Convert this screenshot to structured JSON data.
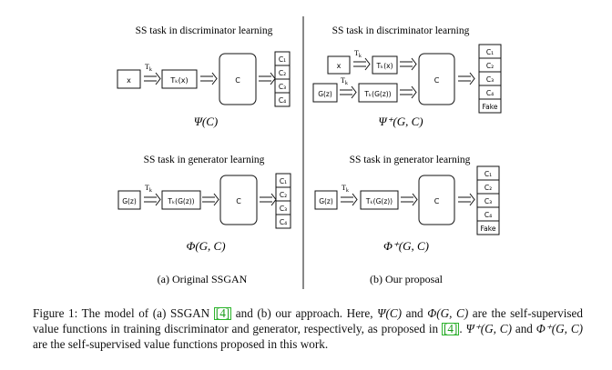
{
  "figure": {
    "panels": [
      {
        "id": "ssgan",
        "sub_caption": "(a) Original SSGAN",
        "top": {
          "title": "SS task in discriminator learning",
          "input": "x",
          "transform_label": "T",
          "transform_sub": "k",
          "transformed": "Tₖ(x)",
          "net": "C",
          "outputs": [
            "C₁",
            "C₂",
            "C₃",
            "C₄"
          ],
          "formula": "Ψ(C)"
        },
        "bottom": {
          "title": "SS task in generator learning",
          "input": "G(z)",
          "transform_label": "T",
          "transform_sub": "k",
          "transformed": "Tₖ(G(z))",
          "net": "C",
          "outputs": [
            "C₁",
            "C₂",
            "C₃",
            "C₄"
          ],
          "formula": "Φ(G, C)"
        }
      },
      {
        "id": "proposal",
        "sub_caption": "(b) Our proposal",
        "top": {
          "title": "SS task in discriminator learning",
          "input_real": "x",
          "input_fake": "G(z)",
          "transform_label": "T",
          "transform_sub": "k",
          "transformed_real": "Tₖ(x)",
          "transformed_fake": "Tₖ(G(z))",
          "net": "C",
          "outputs": [
            "C₁",
            "C₂",
            "C₃",
            "C₄",
            "Fake"
          ],
          "formula": "Ψ⁺(G, C)"
        },
        "bottom": {
          "title": "SS task in generator learning",
          "input": "G(z)",
          "transform_label": "T",
          "transform_sub": "k",
          "transformed": "Tₖ(G(z))",
          "net": "C",
          "outputs": [
            "C₁",
            "C₂",
            "C₃",
            "C₄",
            "Fake"
          ],
          "formula": "Φ⁺(G, C)"
        }
      }
    ]
  },
  "caption": {
    "s1": "Figure 1: The model of (a) SSGAN ",
    "ref": "[4]",
    "s2": " and (b) our approach. Here, ",
    "psi": "Ψ(C)",
    "s3": " and ",
    "phi": "Φ(G, C)",
    "s4": " are the self-supervised value functions in training discriminator and generator, respectively, as proposed in ",
    "ref2": "[4]",
    "s5": ". ",
    "psi_plus": "Ψ⁺(G, C)",
    "s6": " and ",
    "phi_plus": "Φ⁺(G, C)",
    "s7": " are the self-supervised value functions proposed in this work."
  }
}
